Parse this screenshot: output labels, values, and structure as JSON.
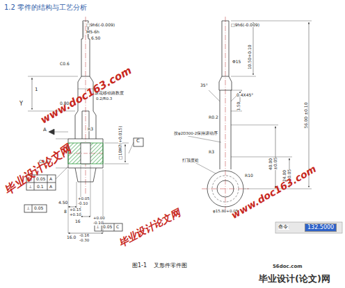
{
  "diagram": {
    "title": "1.2 零件的结构与工艺分析",
    "caption": "图1-1    叉形件零件图",
    "labels": [
      "□9h6(-0.009)",
      "M5-6h",
      "6.50",
      "C0.6",
      "Y",
      "1",
      "0.80",
      "滚花移动路数度",
      "0.2/R0.3",
      "□10H7(+0.015)",
      "R3",
      "C",
      "A",
      "C0.5",
      "◎",
      "0.05",
      "A",
      "⊥",
      "0.1",
      "A",
      "⊥",
      "0.05",
      "4.50",
      "+0.05",
      "-0.10",
      "8",
      "+0.15",
      "+0.10",
      "16",
      "+0.00",
      "-0.10",
      "16.0",
      "-0.16",
      "-0.30",
      "⊥",
      "0.05",
      "C",
      "□9h6(-0.009)",
      "10.50+0.10",
      "Φ15",
      "35°",
      "0.4X45°",
      "3.50",
      "R0.2",
      "按φ2D300-2保持滚动序",
      "打顶度处",
      "R10",
      "R3",
      "40.00",
      "±0.05",
      "24.00",
      "±0.05",
      "φ15.80+0.05",
      "56.00 ±0.10",
      "www.doc163.com",
      "毕业设计论文网",
      "www.doc163.com",
      "毕业设计论文网",
      "命令:",
      "132.5000",
      "56doc.com",
      "毕业设计(论文)网"
    ]
  }
}
